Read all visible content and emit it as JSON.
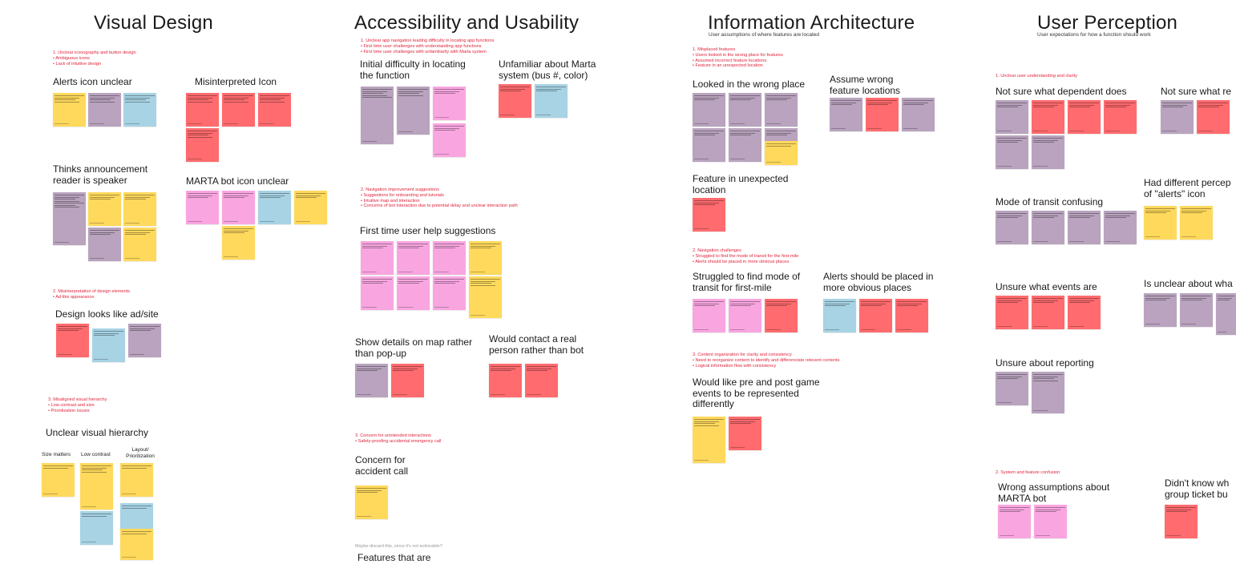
{
  "columns": [
    {
      "title": "Visual Design",
      "subtitle": ""
    },
    {
      "title": "Accessibility and Usability",
      "subtitle": ""
    },
    {
      "title": "Information Architecture",
      "subtitle": "User assumptions of where features are located"
    },
    {
      "title": "User Perception",
      "subtitle": "User expectations for how a function should work"
    }
  ],
  "findings": {
    "vd1": [
      "1. Unclear iconography and button design",
      "• Ambiguous icons",
      "• Lack of intuitive design"
    ],
    "vd2": [
      "2. Misinterpretation of design elements",
      "• Ad-like appearance"
    ],
    "vd3": [
      "3. Misaligned visual hierarchy",
      "• Low contrast and size",
      "• Prioritization issues"
    ],
    "au1": [
      "1. Unclear app navigation leading difficulty in locating app functions",
      "• First time user challenges with understanding app functions",
      "• First time user challenges with unfamiliarity with Marta system"
    ],
    "au2": [
      "2. Navigation improvement suggestions",
      "• Suggestions for onboarding and tutorials",
      "• Intuitive map and interaction",
      "• Concerns of bot interaction due to potential delay and unclear interaction path"
    ],
    "au3": [
      "3. Concern for unintended interactions",
      "• Safety-proofing accidental emergency call"
    ],
    "ia1": [
      "1. Misplaced features",
      "• Users looked in the wrong place for features",
      "• Assumed incorrect feature locations.",
      "• Feature in an unexpected location"
    ],
    "ia2": [
      "2. Navigation challenges",
      "• Struggled to find the mode of transit for the first-mile",
      "• Alerts should be placed in more obvious places."
    ],
    "ia3": [
      "3. Content organization for clarity and consistency",
      "• Need to reorganize content to identify and differenciate relevent contents",
      "• Logical information flow with consistency"
    ],
    "up1": [
      "1. Unclear user understanding and clarity"
    ],
    "up2": [
      "2. System and feature confusion"
    ]
  },
  "groups": {
    "alerts_icon": "Alerts icon unclear",
    "misinterpreted_icon": "Misinterpreted Icon",
    "announcement": "Thinks announcement reader is speaker",
    "marta_bot_icon": "MARTA bot icon unclear",
    "ad_site": "Design looks like ad/site",
    "visual_hierarchy": "Unclear visual hierarchy",
    "initial_difficulty": "Initial difficulty in locating the function",
    "unfamiliar_marta": "Unfamiliar about Marta system (bus #, color)",
    "first_time_help": "First time user help suggestions",
    "show_details": "Show details on map rather than pop-up",
    "contact_person": "Would contact a real person rather than bot",
    "accident_call": "Concern for accident call",
    "wrong_place": "Looked in the wrong place",
    "assume_wrong": "Assume wrong feature locations",
    "unexpected_location": "Feature in unexpected location",
    "first_mile": "Struggled to find mode of transit for first-mile",
    "alerts_obvious": "Alerts should be placed in more obvious places",
    "pre_post_game": "Would like pre and post game events to be represented differently",
    "dependent_does": "Not sure what dependent does",
    "not_sure_what": "Not sure what re",
    "mode_transit": "Mode of transit confusing",
    "alerts_perception": "Had different percep of \"alerts\" icon",
    "events_are": "Unsure what events are",
    "unclear_about": "Is unclear about wha",
    "reporting": "Unsure about reporting",
    "marta_bot_assume": "Wrong assumptions about MARTA bot",
    "group_ticket": "Didn't know wh group ticket bu"
  },
  "subheaders": {
    "size_matters": "Size matters",
    "low_contrast": "Low contrast",
    "layout": "Layout/ Prioritization"
  },
  "footer_note": "Maybe discard this, since it's not actionable?",
  "footer_title": "Features that are",
  "colors": {
    "red": "#ff6b6e",
    "purple": "#b9a3be",
    "blue": "#a7d3e4",
    "yellow": "#ffd95c",
    "pink": "#f9a6e0",
    "finding": "#e0243c"
  }
}
